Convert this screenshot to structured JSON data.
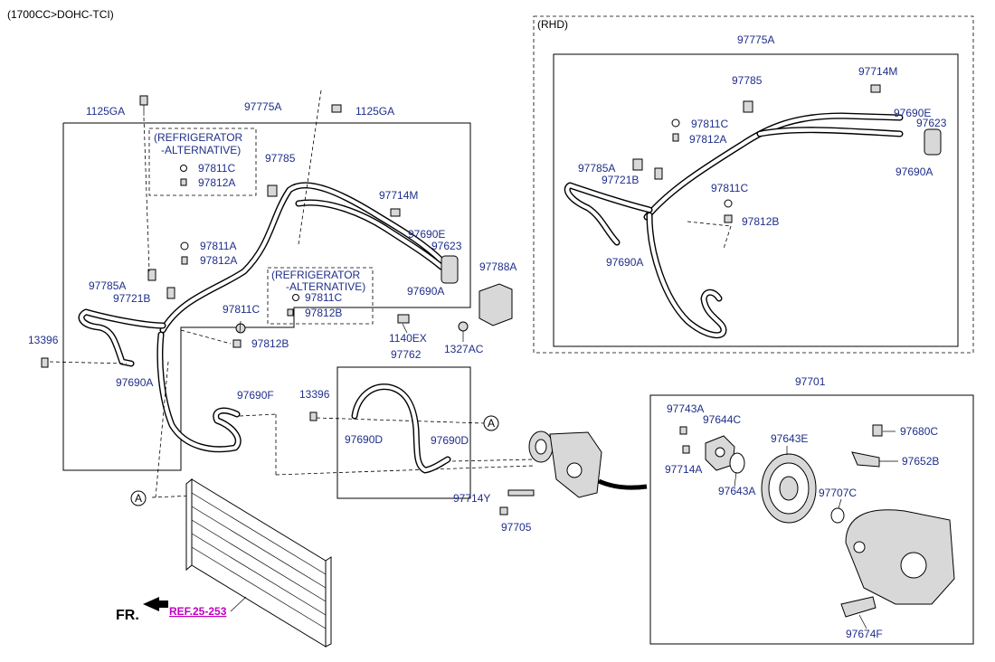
{
  "header": {
    "engine": "(1700CC>DOHC-TCI)",
    "rhd": "(RHD)"
  },
  "labels": {
    "p1125ga_a": "1125GA",
    "p1125ga_b": "1125GA",
    "p97775a": "97775A",
    "fridge_1": "(REFRIGERATOR",
    "fridge_2": "-ALTERNATIVE)",
    "p97811c_a": "97811C",
    "p97812a_a": "97812A",
    "p97785": "97785",
    "p97714m": "97714M",
    "p97811a": "97811A",
    "p97812a_b": "97812A",
    "p97690e": "97690E",
    "p97623": "97623",
    "fridge2_1": "(REFRIGERATOR",
    "fridge2_2": "-ALTERNATIVE)",
    "p97811c_b": "97811C",
    "p97812b_b": "97812B",
    "p97690a": "97690A",
    "p97788a": "97788A",
    "p97785a": "97785A",
    "p97721b": "97721B",
    "p97811c_c": "97811C",
    "p97812b_c": "97812B",
    "p1140ex": "1140EX",
    "p1327ac": "1327AC",
    "p13396_a": "13396",
    "p97690a_b": "97690A",
    "p97690f": "97690F",
    "p97762": "97762",
    "p13396_b": "13396",
    "p97690d_a": "97690D",
    "p97690d_b": "97690D",
    "p97714y": "97714Y",
    "p97705": "97705",
    "circ_a1": "A",
    "circ_a2": "A",
    "fr": "FR.",
    "ref": "REF.25-253",
    "r97775a": "97775A",
    "r97785": "97785",
    "r97714m": "97714M",
    "r97811c_a": "97811C",
    "r97812a": "97812A",
    "r97690e": "97690E",
    "r97623": "97623",
    "r97785a": "97785A",
    "r97721b": "97721B",
    "r97811c_b": "97811C",
    "r97690a_a": "97690A",
    "r97812b": "97812B",
    "r97690a_b": "97690A",
    "p97701": "97701",
    "p97743a": "97743A",
    "p97644c": "97644C",
    "p97643e": "97643E",
    "p97680c": "97680C",
    "p97714a": "97714A",
    "p97652b": "97652B",
    "p97643a": "97643A",
    "p97707c": "97707C",
    "p97674f": "97674F"
  },
  "colors": {
    "label": "#1f2e8a",
    "ref": "#c000c0",
    "line": "#000000"
  }
}
